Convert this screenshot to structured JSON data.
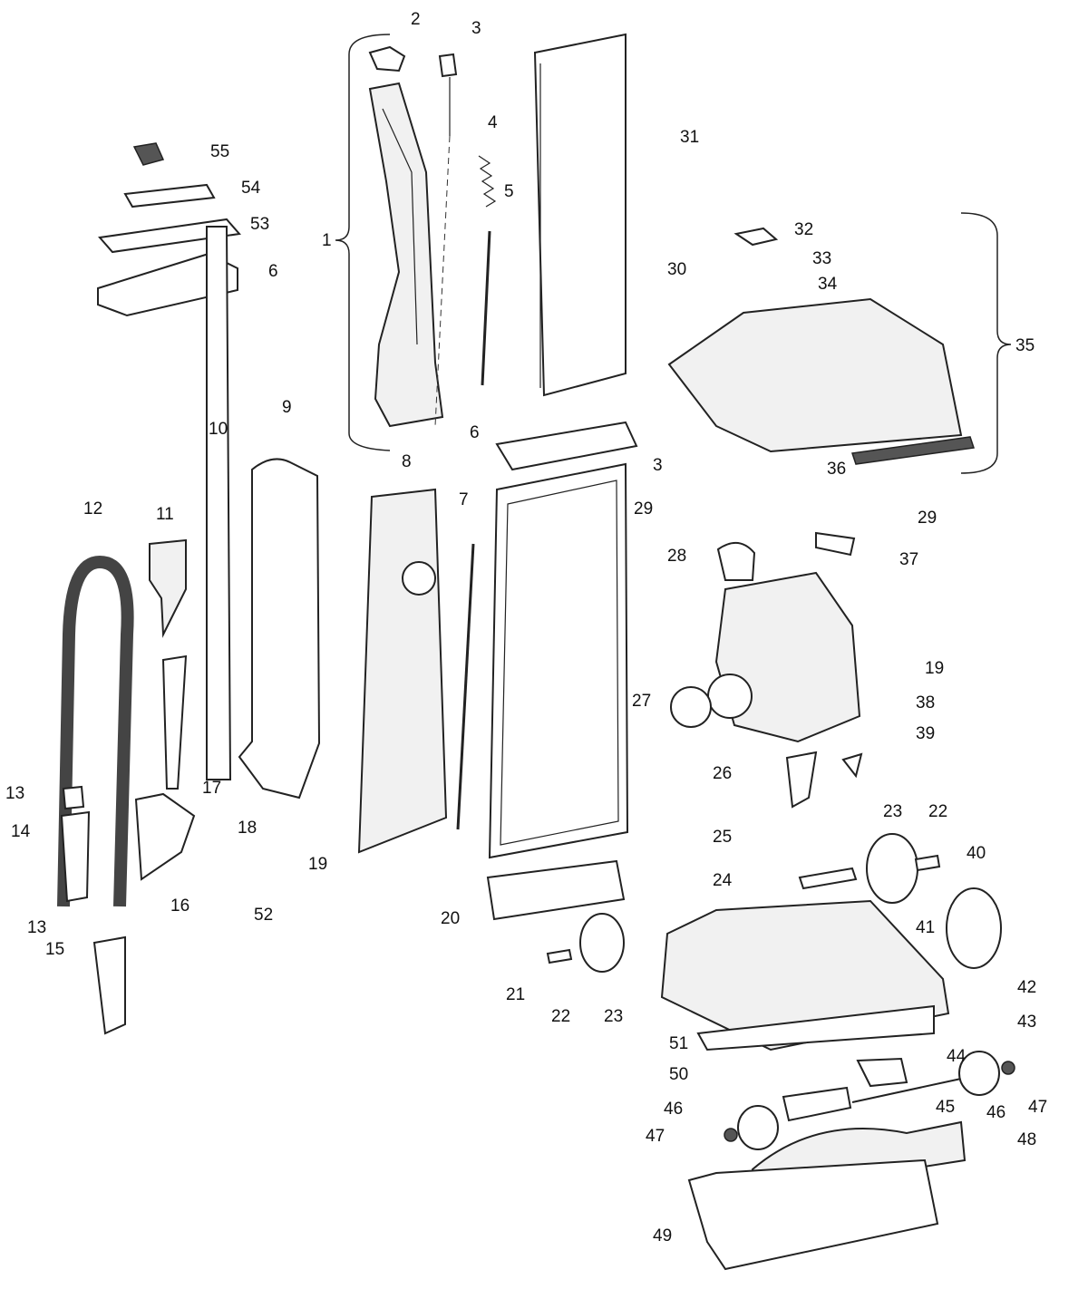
{
  "diagram": {
    "labels": {
      "l1": "1",
      "l2": "2",
      "l3a": "3",
      "l3b": "3",
      "l4": "4",
      "l5": "5",
      "l6a": "6",
      "l6b": "6",
      "l7": "7",
      "l8": "8",
      "l9": "9",
      "l10": "10",
      "l11": "11",
      "l12": "12",
      "l13a": "13",
      "l13b": "13",
      "l14": "14",
      "l15": "15",
      "l16": "16",
      "l17": "17",
      "l18": "18",
      "l19a": "19",
      "l19b": "19",
      "l20": "20",
      "l21": "21",
      "l22a": "22",
      "l22b": "22",
      "l23a": "23",
      "l23b": "23",
      "l24": "24",
      "l25": "25",
      "l26": "26",
      "l27": "27",
      "l28": "28",
      "l29a": "29",
      "l29b": "29",
      "l30": "30",
      "l31": "31",
      "l32": "32",
      "l33": "33",
      "l34": "34",
      "l35": "35",
      "l36": "36",
      "l37": "37",
      "l38": "38",
      "l39": "39",
      "l40": "40",
      "l41": "41",
      "l42": "42",
      "l43": "43",
      "l44": "44",
      "l45": "45",
      "l46a": "46",
      "l46b": "46",
      "l47a": "47",
      "l47b": "47",
      "l48": "48",
      "l49": "49",
      "l50": "50",
      "l51": "51",
      "l52": "52",
      "l53": "53",
      "l54": "54",
      "l55": "55"
    }
  }
}
